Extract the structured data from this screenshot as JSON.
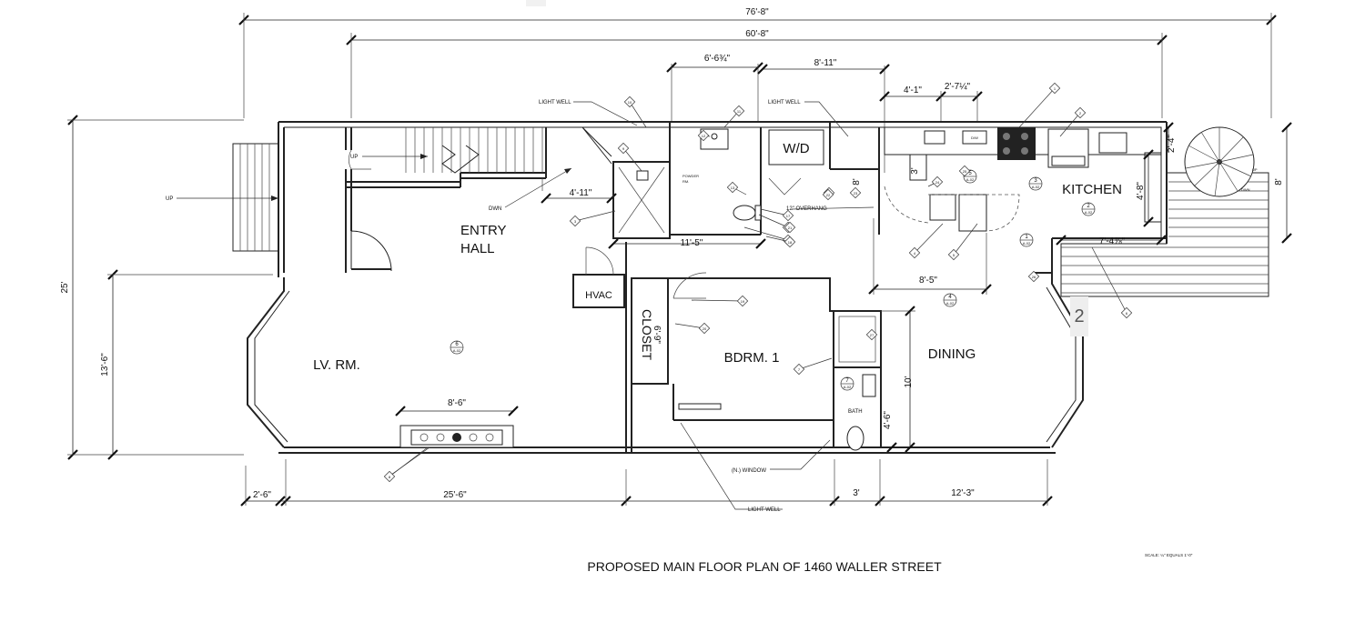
{
  "title": "PROPOSED  MAIN  FLOOR PLAN OF 1460 WALLER STREET",
  "scale": "SCALE: ¼\" EQUALS 1'-0\"",
  "page_label": "2",
  "rooms": {
    "entry_line1": "ENTRY",
    "entry_line2": "HALL",
    "living": "LV. RM.",
    "kitchen": "KITCHEN",
    "bedroom": "BDRM. 1",
    "dining": "DINING",
    "closet": "CLOSET",
    "hvac": "HVAC",
    "bath": "BATH",
    "powder_line1": "POWDER",
    "powder_line2": "RM.",
    "laundry": "W/D"
  },
  "dimensions": {
    "overall_width": "76'-8\"",
    "building_width": "60'-8\"",
    "powder_width": "6'-6¾\"",
    "laundry_width": "8'-11\"",
    "kitchen_a": "4'-1\"",
    "kitchen_b": "2'-7¼\"",
    "overall_depth": "25'",
    "front_depth": "13'-6\"",
    "stair_landing": "4'-11\"",
    "hall_length": "11'-5\"",
    "fireplace": "8'-6\"",
    "island": "8'-5\"",
    "kitchen_depth": "4'-8\"",
    "kitchen_side": "2'-4\"",
    "deck_depth": "8'",
    "deck_offset": "7'-4⅞\"",
    "closet_depth": "6'-9\"",
    "bath_a": "10'",
    "bath_b": "4'-6\"",
    "stoop": "2'-6\"",
    "living_width": "25'-6\"",
    "bath_width": "3'",
    "dining_width": "12'-3\"",
    "laundry_side": "8'",
    "cabinet_side": "3'"
  },
  "notes": {
    "light_well_1": "LIGHT WELL",
    "light_well_2": "LIGHT WELL",
    "light_well_3": "LIGHT WELL",
    "up_1": "UP",
    "up_2": "UP",
    "up_3": "UP",
    "down_1": "DWN",
    "down_2": "DWN",
    "overhang": "12\" OVERHANG",
    "window": "(N.) WINDOW",
    "dishwasher": "D/W"
  },
  "detail_markers": [
    {
      "num": "6",
      "sheet": "A-02"
    },
    {
      "num": "5",
      "sheet": "A-02"
    },
    {
      "num": "3",
      "sheet": "A-02"
    },
    {
      "num": "2",
      "sheet": "A-02"
    },
    {
      "num": "1",
      "sheet": "A-02"
    },
    {
      "num": "4",
      "sheet": "A-02"
    },
    {
      "num": "7",
      "sheet": "A-02"
    }
  ],
  "callouts": [
    "1",
    "2",
    "3",
    "4",
    "5",
    "6",
    "7",
    "8",
    "9",
    "10",
    "11",
    "12",
    "13",
    "14",
    "15",
    "16",
    "17",
    "18",
    "19",
    "20",
    "21",
    "22",
    "23",
    "24",
    "25",
    "26",
    "27"
  ]
}
